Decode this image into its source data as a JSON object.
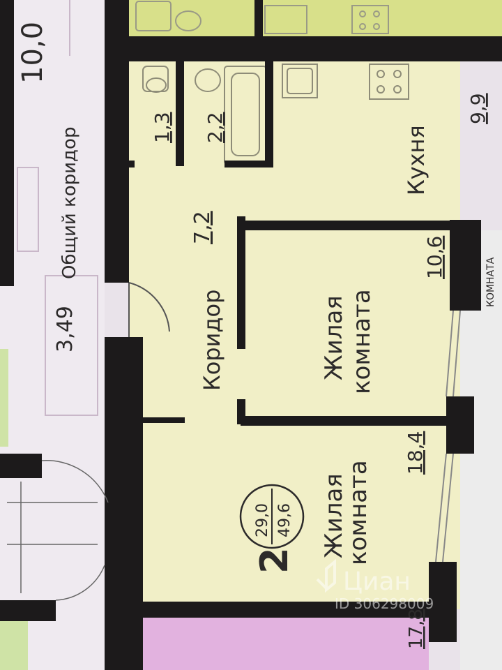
{
  "plan": {
    "corridor_common": "Общий коридор",
    "corridor_common_area": "3,49",
    "rooms": {
      "wc_area": "1,3",
      "bath_area": "2,2",
      "kitchen_label": "Кухня",
      "kitchen_area": "9,9",
      "corridor_label": "Коридор",
      "corridor_area": "7,2",
      "room1_label_1": "Жилая",
      "room1_label_2": "комната",
      "room1_area": "10,6",
      "room2_label_1": "Жилая",
      "room2_label_2": "комната",
      "room2_area": "18,4"
    },
    "apartment": {
      "rooms_count": "2",
      "living_area": "29,0",
      "total_area": "49,6"
    },
    "neighbor": {
      "room_area": "17,8",
      "right_room_label": "КОМНАТА"
    },
    "top_partial_number": "10,0",
    "watermark": {
      "brand": "Циан",
      "id": "ID 306298009"
    },
    "colors": {
      "apartment_fill": "#f1efc7",
      "top_neighbor_fill": "#d8e08a",
      "bottom_neighbor_fill": "#e2b2df",
      "walls": "#1c1a1b",
      "background": "#e9e3ea"
    }
  }
}
